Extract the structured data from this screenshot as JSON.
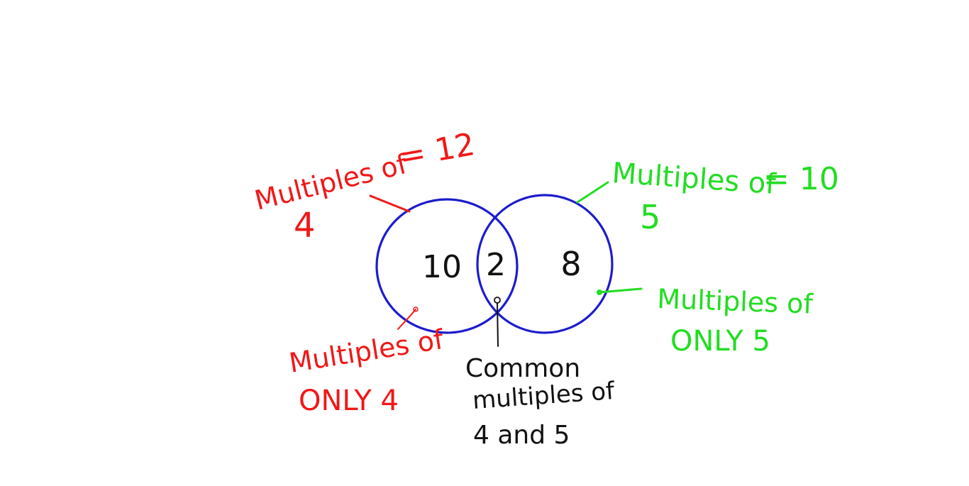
{
  "colors": {
    "background": "#ffffff",
    "circles": "#1c1ccc",
    "set_a": "#f01818",
    "set_b": "#22dd22",
    "common": "#111111"
  },
  "regions": {
    "only_a_value": "10",
    "both_value": "2",
    "only_b_value": "8"
  },
  "labels": {
    "set_a": {
      "line1": "Multiples of",
      "line2": "4",
      "total": "= 12"
    },
    "set_b": {
      "line1": "Multiples of",
      "line2": "5",
      "total": "= 10"
    },
    "only_a": {
      "line1": "Multiples of",
      "line2": "ONLY 4"
    },
    "only_b": {
      "line1": "Multiples of",
      "line2": "ONLY 5"
    },
    "common": {
      "line1": "Common",
      "line2": "multiples of",
      "line3": "4 and 5"
    }
  }
}
